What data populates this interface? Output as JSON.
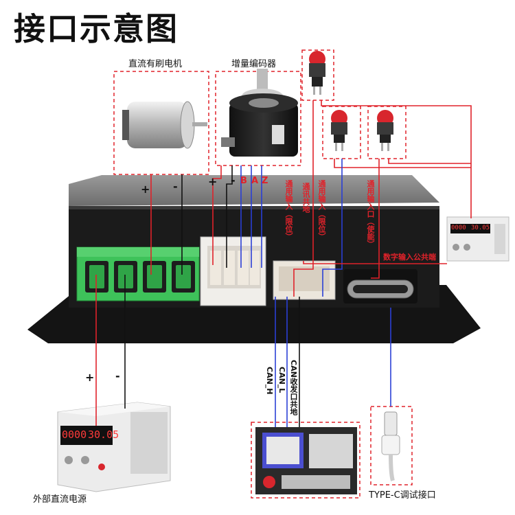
{
  "title": "接口示意图",
  "components": {
    "motor": "直流有刷电机",
    "encoder": "增量编码器",
    "power_supply": "外部直流电源",
    "typec": "TYPE-C调试接口"
  },
  "encoder_pins": {
    "b": "B",
    "a": "A",
    "z": "Z"
  },
  "motor_terminals": {
    "plus": "+",
    "minus": "-"
  },
  "power_terminals": {
    "plus": "+",
    "minus": "-"
  },
  "wire_labels": {
    "gp_in_limit_1": "通用输入（限位）",
    "comm_gnd": "通讯共地",
    "gp_in_limit_2": "通用输入（限位）",
    "gp_in_enable": "通用输入口（使能）",
    "digital_common": "数字输入公共端",
    "can_h": "CAN_H",
    "can_l": "CAN_L",
    "can_gnd": "CAN收发口共地"
  },
  "psu_display": {
    "v": "0000",
    "a": "30.05"
  },
  "small_psu_display": {
    "v": "0000",
    "a": "30.05"
  },
  "colors": {
    "wire_red": "#e0222a",
    "wire_blue": "#2a3fd6",
    "wire_black": "#111111",
    "terminal_green": "#3ec25a",
    "dash": "#e0222a"
  }
}
